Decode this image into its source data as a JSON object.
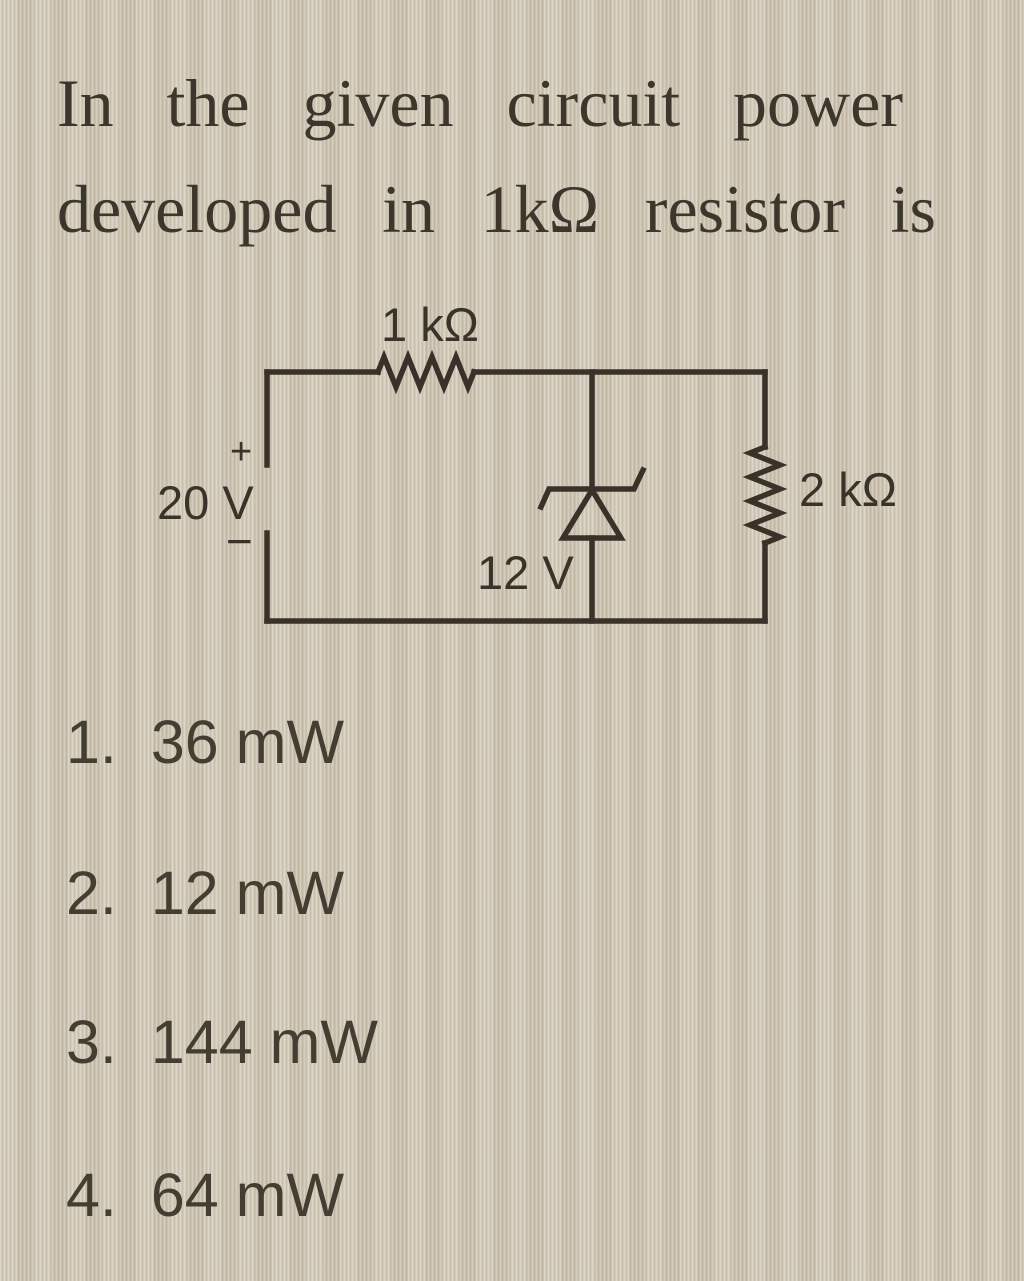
{
  "question": {
    "line1": "In the given circuit power",
    "line2": "developed in 1kΩ resistor is"
  },
  "circuit": {
    "labels": {
      "r1": "1 kΩ",
      "r2": "2 kΩ",
      "source_voltage": "20 V",
      "source_plus": "+",
      "source_minus": "−",
      "zener_voltage": "12 V"
    },
    "ink_color": "#3a3229"
  },
  "options": [
    {
      "number": "1.",
      "label": "36 mW"
    },
    {
      "number": "2.",
      "label": "12 mW"
    },
    {
      "number": "3.",
      "label": "144 mW"
    },
    {
      "number": "4.",
      "label": "64 mW"
    }
  ],
  "colors": {
    "background": "#d2c9b6",
    "question_text": "#3c362c",
    "option_text": "#433d32"
  }
}
